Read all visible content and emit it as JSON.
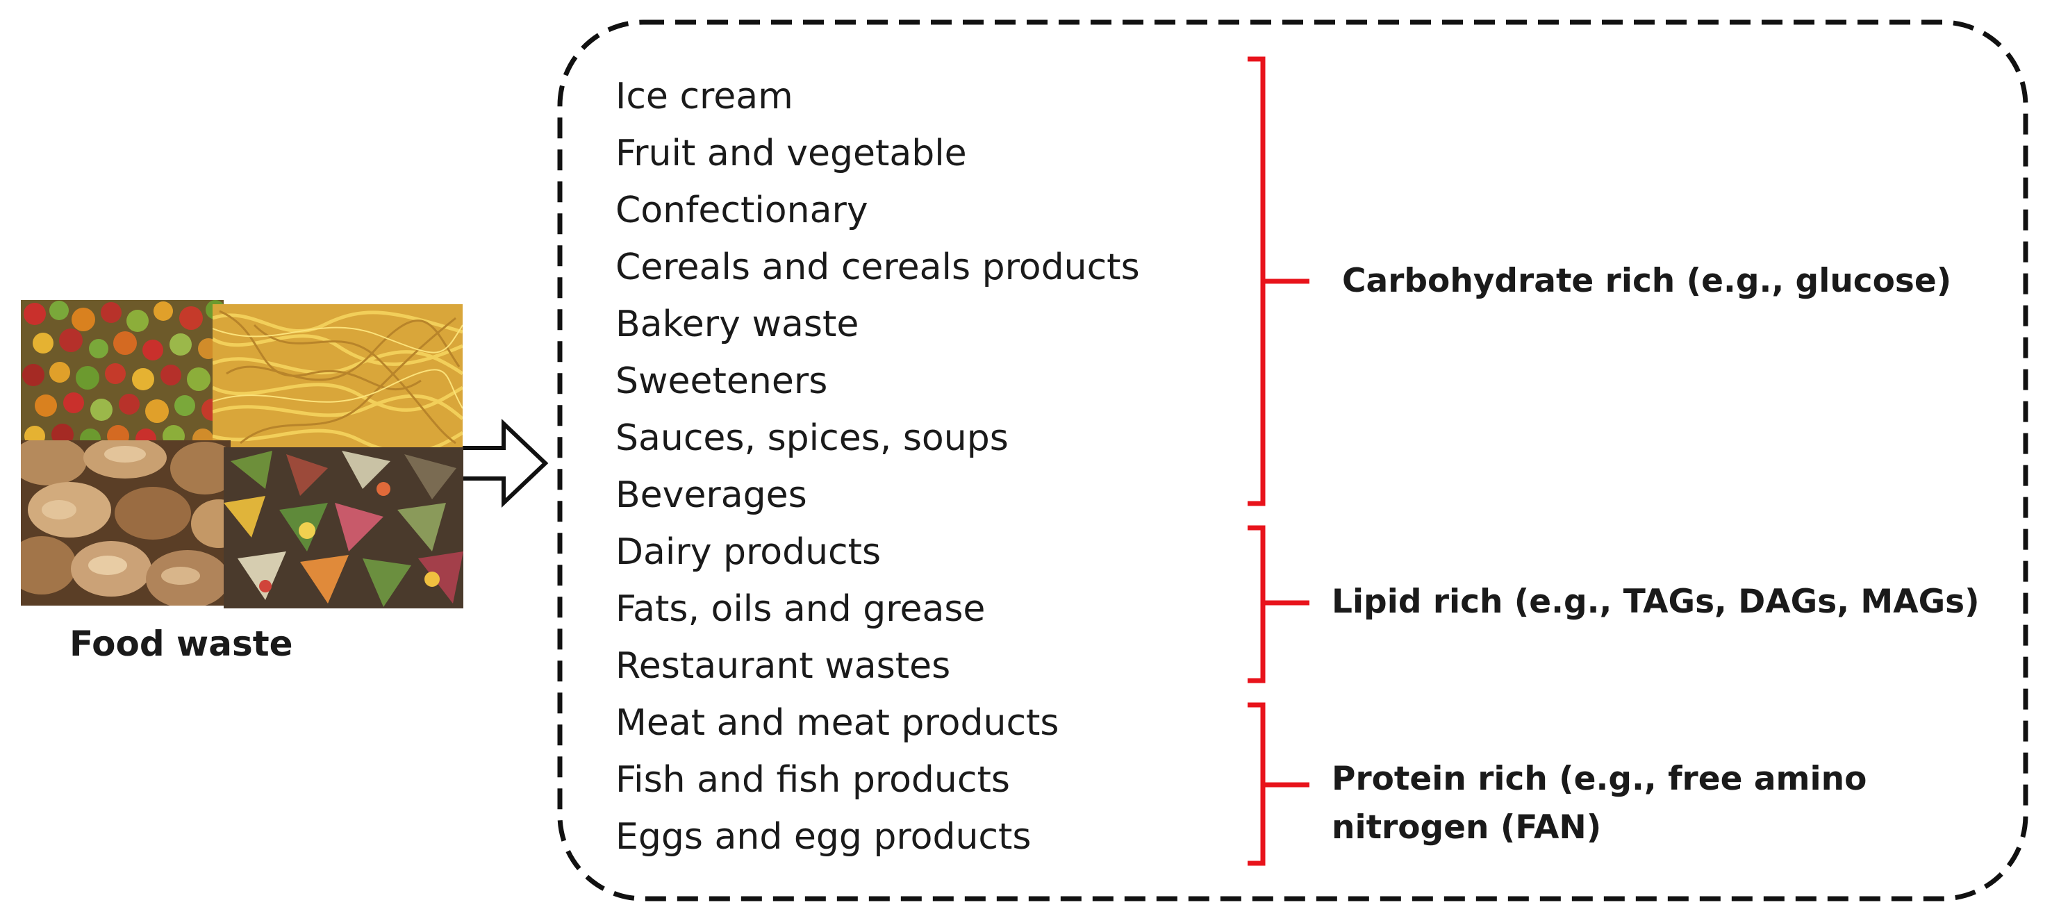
{
  "source": {
    "label": "Food waste",
    "photos": [
      "vegetable-waste-photo",
      "noodle-waste-photo",
      "bread-waste-photo",
      "mixed-compost-photo"
    ]
  },
  "items": [
    "Ice cream",
    "Fruit and vegetable",
    "Confectionary",
    "Cereals and cereals products",
    "Bakery waste",
    "Sweeteners",
    "Sauces, spices, soups",
    "Beverages",
    "Dairy products",
    "Fats, oils and grease",
    "Restaurant wastes",
    "Meat and meat products",
    "Fish and fish products",
    "Eggs and egg products"
  ],
  "groups": {
    "carbohydrate": {
      "label": "Carbohydrate rich (e.g., glucose)"
    },
    "lipid": {
      "label": "Lipid rich (e.g., TAGs, DAGs, MAGs)"
    },
    "protein": {
      "label_line1": "Protein rich (e.g., free amino",
      "label_line2": "nitrogen (FAN)"
    }
  },
  "colors": {
    "bracket": "#e8131b",
    "border": "#111111",
    "text": "#1a1a1a"
  }
}
